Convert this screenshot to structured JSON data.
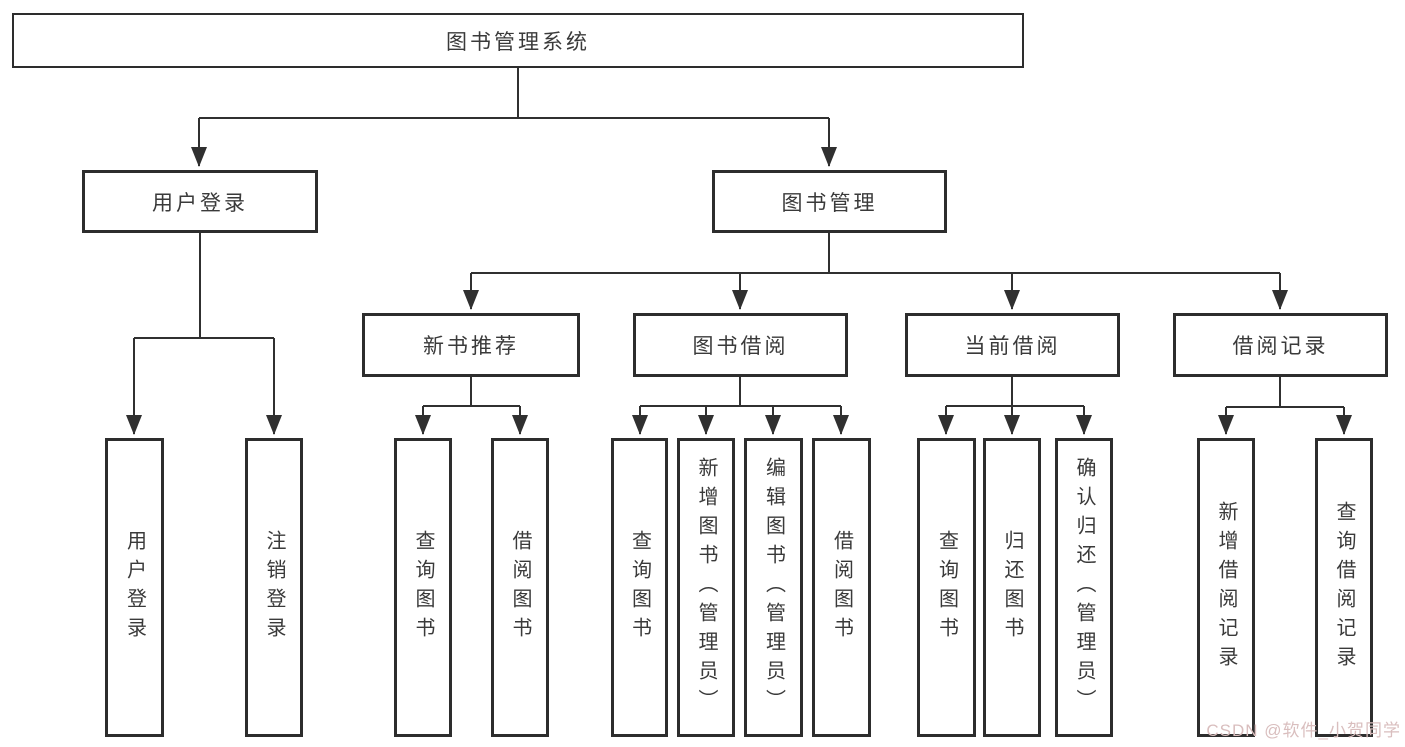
{
  "nodes": {
    "root": "图书管理系统",
    "user_login": "用户登录",
    "book_management": "图书管理",
    "new_book_recommend": "新书推荐",
    "book_borrow": "图书借阅",
    "current_borrow": "当前借阅",
    "borrow_record": "借阅记录",
    "leaf_user_login": "用户登录",
    "leaf_logout_login": "注销登录",
    "leaf_query_book_1": "查询图书",
    "leaf_borrow_book_1": "借阅图书",
    "leaf_query_book_2": "查询图书",
    "leaf_add_book_admin": "新增图书（管理员）",
    "leaf_edit_book_admin": "编辑图书（管理员）",
    "leaf_borrow_book_2": "借阅图书",
    "leaf_query_book_3": "查询图书",
    "leaf_return_book": "归还图书",
    "leaf_confirm_return_admin": "确认归还（管理员）",
    "leaf_add_borrow_record": "新增借阅记录",
    "leaf_query_borrow_record": "查询借阅记录"
  },
  "watermark": {
    "text": "CSDN @软件_小贺同学",
    "color": "#d9bebe"
  },
  "colors": {
    "line": "#303030",
    "box_border": "#2d2d2d",
    "text": "#3a3a3a",
    "background": "#ffffff"
  }
}
